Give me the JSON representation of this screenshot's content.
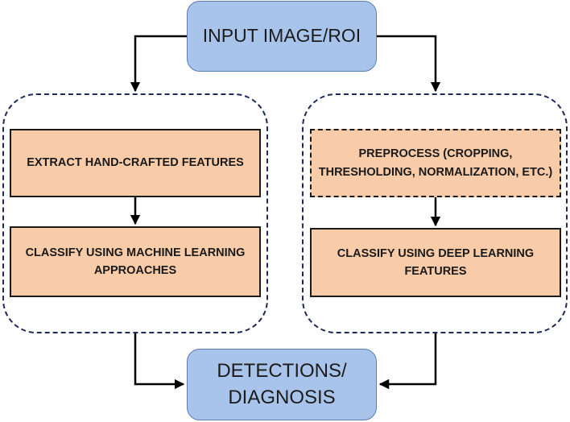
{
  "nodes": {
    "input": "INPUT IMAGE/ROI",
    "extract": "EXTRACT HAND-CRAFTED FEATURES",
    "classify_ml": "CLASSIFY USING MACHINE LEARNING\nAPPROACHES",
    "preprocess": "PREPROCESS (CROPPING,\nTHRESHOLDING, NORMALIZATION, ETC.)",
    "classify_dl": "CLASSIFY USING DEEP LEARNING\nFEATURES",
    "output": "DETECTIONS/\nDIAGNOSIS"
  },
  "colors": {
    "terminal_fill": "#a9c4ea",
    "terminal_border": "#5b7db6",
    "process_fill": "#f8cba9",
    "group_border": "#1f2a5a",
    "arrow": "#000000"
  }
}
